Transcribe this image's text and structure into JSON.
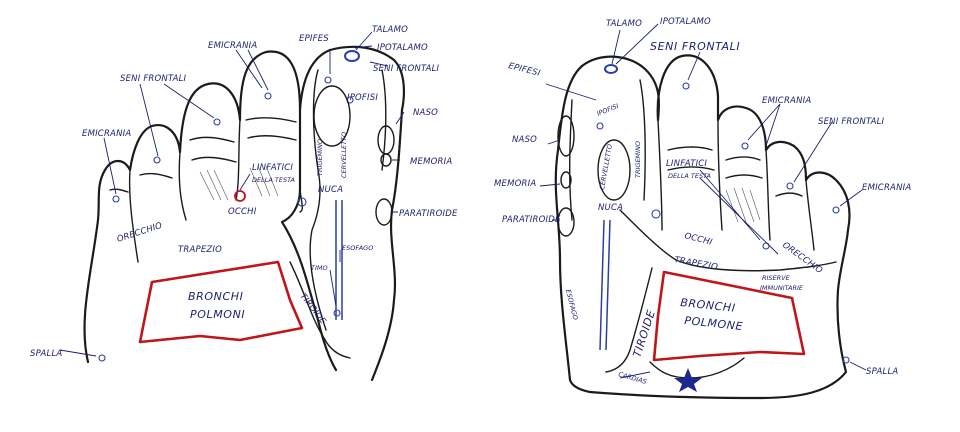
{
  "left_foot": {
    "labels": {
      "talamo": "TALAMO",
      "epifes": "EPIFES",
      "ipotalamo": "IPOTALAMO",
      "seni_frontali_right": "SENI FRONTALI",
      "emicrania_top": "EMICRANIA",
      "seni_frontali_left": "SENI FRONTALI",
      "emicrania_left": "EMICRANIA",
      "ipofisi": "IPOFISI",
      "naso": "NASO",
      "trigemino": "TRIGEMINO",
      "cervelletto": "CERVELLETTO",
      "memoria": "MEMORIA",
      "linfatici": "LINFATICI",
      "della_testa": "DELLA TESTA",
      "nuca": "NUCA",
      "occhi": "OCCHI",
      "paratiroide": "PARATIROIDE",
      "orecchio": "ORECCHIO",
      "trapezio": "TRAPEZIO",
      "esofago": "ESOFAGO",
      "timo": "TIMO",
      "bronchi": "BRONCHI",
      "polmoni": "POLMONI",
      "tiroide": "TIROIDE",
      "spalla": "SPALLA"
    }
  },
  "right_foot": {
    "labels": {
      "talamo": "TALAMO",
      "ipotalamo": "IPOTALAMO",
      "seni_frontali_top": "SENI FRONTALI",
      "epifesi": "EPIFESI",
      "emicrania_mid": "EMICRANIA",
      "seni_frontali_right": "SENI FRONTALI",
      "naso": "NASO",
      "ipofisi": "IPOFISI",
      "trigemino": "TRIGEMINO",
      "cervelletto": "CERVELLETTO",
      "memoria": "MEMORIA",
      "linfatici": "LINFATICI",
      "della_testa": "DELLA TESTA",
      "emicrania_right": "EMICRANIA",
      "nuca": "NUCA",
      "paratiroide": "PARATIROIDE",
      "occhi": "OCCHI",
      "orecchio": "ORECCHIO",
      "trapezio": "TRAPEZIO",
      "riserve": "RISERVE",
      "immunitarie": "IMMUNITARIE",
      "esofago": "ESOFAGO",
      "tiroide": "TIROIDE",
      "bronchi": "BRONCHI",
      "polmone": "POLMONE",
      "cardias": "CARDIAS",
      "spalla": "SPALLA"
    }
  },
  "colors": {
    "ink": "#1a1f6e",
    "outline": "#1b1b1b",
    "lung_zone": "#c0151b",
    "vessel": "#2a3fa0"
  }
}
